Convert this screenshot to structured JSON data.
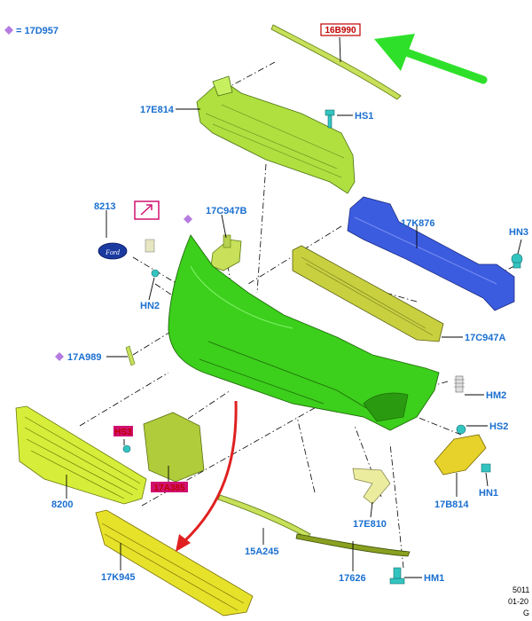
{
  "legend": {
    "text": "= 17D957",
    "color": "#b57be0"
  },
  "labels": {
    "p16B990": "16B990",
    "p17E814": "17E814",
    "hs1": "HS1",
    "p8213": "8213",
    "p17C947B": "17C947B",
    "p17K876": "17K876",
    "hn3": "HN3",
    "hn2": "HN2",
    "p17C947A": "17C947A",
    "p17A989": "17A989",
    "hm2": "HM2",
    "hs2": "HS2",
    "hn1": "HN1",
    "p17B814": "17B814",
    "p8200": "8200",
    "hs3": "HS3",
    "p17A385": "17A385",
    "p17E810": "17E810",
    "p15A245": "15A245",
    "p17K945": "17K945",
    "p17626": "17626",
    "hm1": "HM1"
  },
  "ford_logo": "Ford",
  "corner": {
    "line1": "5011",
    "line2": "01-20",
    "line3": "G"
  },
  "colors": {
    "bumper": "#3ccf1c",
    "reinforcement": "#b0e040",
    "beam": "#3c5ce0",
    "absorber": "#c8d040",
    "yellow": "#e6e22a",
    "grille": "#d6ee3a",
    "clip": "#33c4c0",
    "arrow_green": "#2ee02a",
    "arrow_red": "#e02020",
    "highlight": "#d01070"
  }
}
